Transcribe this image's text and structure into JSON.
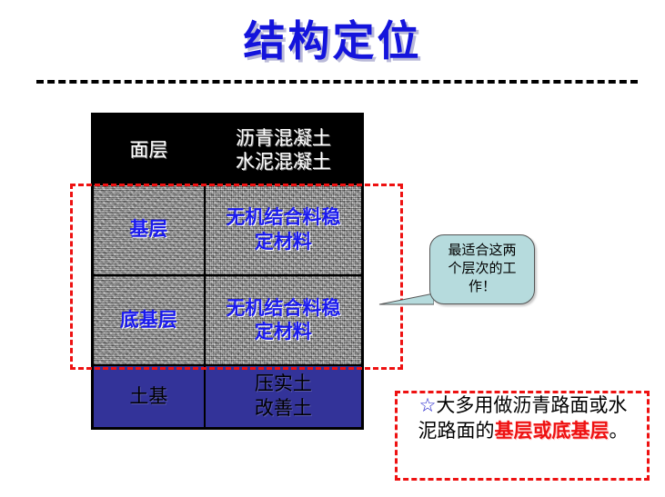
{
  "slide": {
    "title": "结构定位",
    "title_color": "#1414dc",
    "divider": "dashed-rule"
  },
  "table": {
    "rows": [
      {
        "id": "surface-course",
        "layer": "面层",
        "materials": [
          "沥青混凝土",
          "水泥混凝土"
        ],
        "background": "#000000",
        "text_color": "#ffffff"
      },
      {
        "id": "base-course",
        "layer": "基层",
        "materials": [
          "无机结合料稳",
          "定材料"
        ],
        "background": "granite-texture",
        "text_color": "#1a1aee"
      },
      {
        "id": "subbase-course",
        "layer": "底基层",
        "materials": [
          "无机结合料稳",
          "定材料"
        ],
        "background": "granite-texture",
        "text_color": "#1a1aee"
      },
      {
        "id": "subgrade",
        "layer": "土基",
        "materials": [
          "压实土",
          "改善土"
        ],
        "background": "#333399",
        "text_color": "#000000"
      }
    ]
  },
  "highlight": {
    "name": "red-dashed-highlight",
    "color": "#ee1111",
    "covers": [
      "基层",
      "底基层"
    ]
  },
  "callout": {
    "lines": [
      "最适合这两",
      "个层次的工",
      "作！"
    ],
    "fill": "#b6dbdd",
    "text_color": "#000000"
  },
  "note": {
    "star": "☆",
    "star_color": "#2222cc",
    "line1_a": "大多用做沥青路面或水",
    "line2_a": "泥路面的",
    "line2_highlight": "基层或底基层",
    "line2_b": "。",
    "highlight_color": "#ee1111",
    "border_color": "#ee1111"
  }
}
